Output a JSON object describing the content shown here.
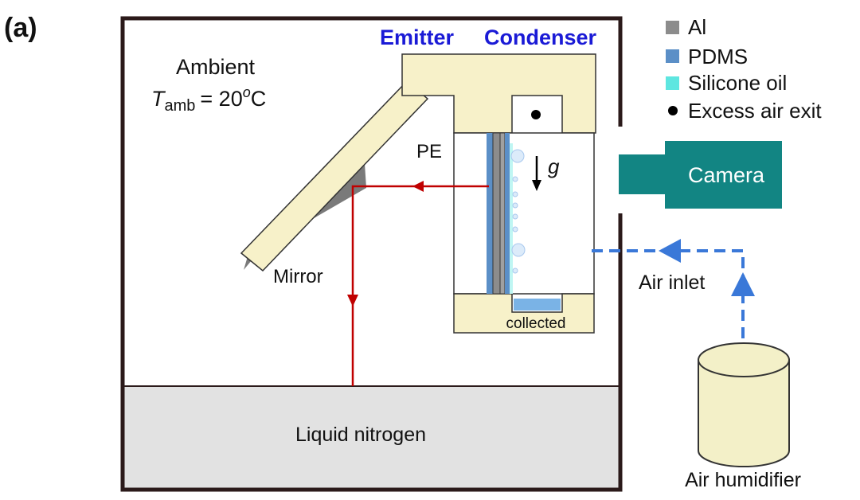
{
  "panel_label": "(a)",
  "ambient": {
    "line1": "Ambient",
    "t_symbol": "T",
    "t_subscript": "amb",
    "t_value": "= 20",
    "t_superscript": "o",
    "t_unit": "C"
  },
  "titles": {
    "emitter": "Emitter",
    "condenser": "Condenser"
  },
  "labels": {
    "pe": "PE",
    "gravity": "g",
    "mirror": "Mirror",
    "collected": "collected",
    "liquid_nitrogen": "Liquid nitrogen",
    "camera": "Camera",
    "air_inlet": "Air inlet",
    "air_humidifier": "Air humidifier"
  },
  "legend": [
    {
      "label": "Al",
      "color": "#8c8c8c",
      "marker": "square"
    },
    {
      "label": "PDMS",
      "color": "#5b8fc7",
      "marker": "square"
    },
    {
      "label": "Silicone oil",
      "color": "#5ee6e0",
      "marker": "square"
    },
    {
      "label": "Excess air exit",
      "color": "#000000",
      "marker": "dot"
    }
  ],
  "colors": {
    "title_blue": "#1a1ad6",
    "frame": "#2b1a1a",
    "structure_fill": "#f7f1c9",
    "radiation_red": "#c00000",
    "air_blue": "#3a78d8",
    "camera_teal": "#128583",
    "nitrogen_gray": "#e2e2e2",
    "humidifier_fill": "#f3f0c8"
  }
}
